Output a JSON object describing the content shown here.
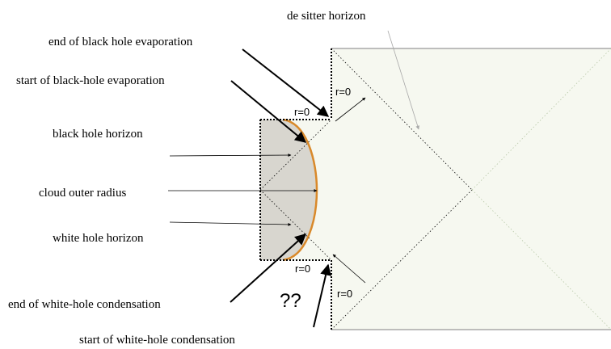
{
  "labels": {
    "de_sitter_horizon": "de sitter horizon",
    "end_bh_evaporation": "end of black hole evaporation",
    "start_bh_evaporation": "start of black-hole evaporation",
    "black_hole_horizon": "black hole horizon",
    "cloud_outer_radius": "cloud outer radius",
    "white_hole_horizon": "white hole horizon",
    "end_wh_condensation": "end of white-hole condensation",
    "start_wh_condensation": "start of white-hole condensation"
  },
  "markers": {
    "r0_top_horizontal": "r=0",
    "r0_top_vertical": "r=0",
    "r0_bottom_horizontal": "r=0",
    "r0_bottom_vertical": "r=0",
    "question": "??"
  },
  "colors": {
    "cloud_fill": "#d8d6cf",
    "cloud_edge": "#d9892a",
    "desitter_fill": "#f6f8f0",
    "gray_line": "#a8a8a8"
  }
}
